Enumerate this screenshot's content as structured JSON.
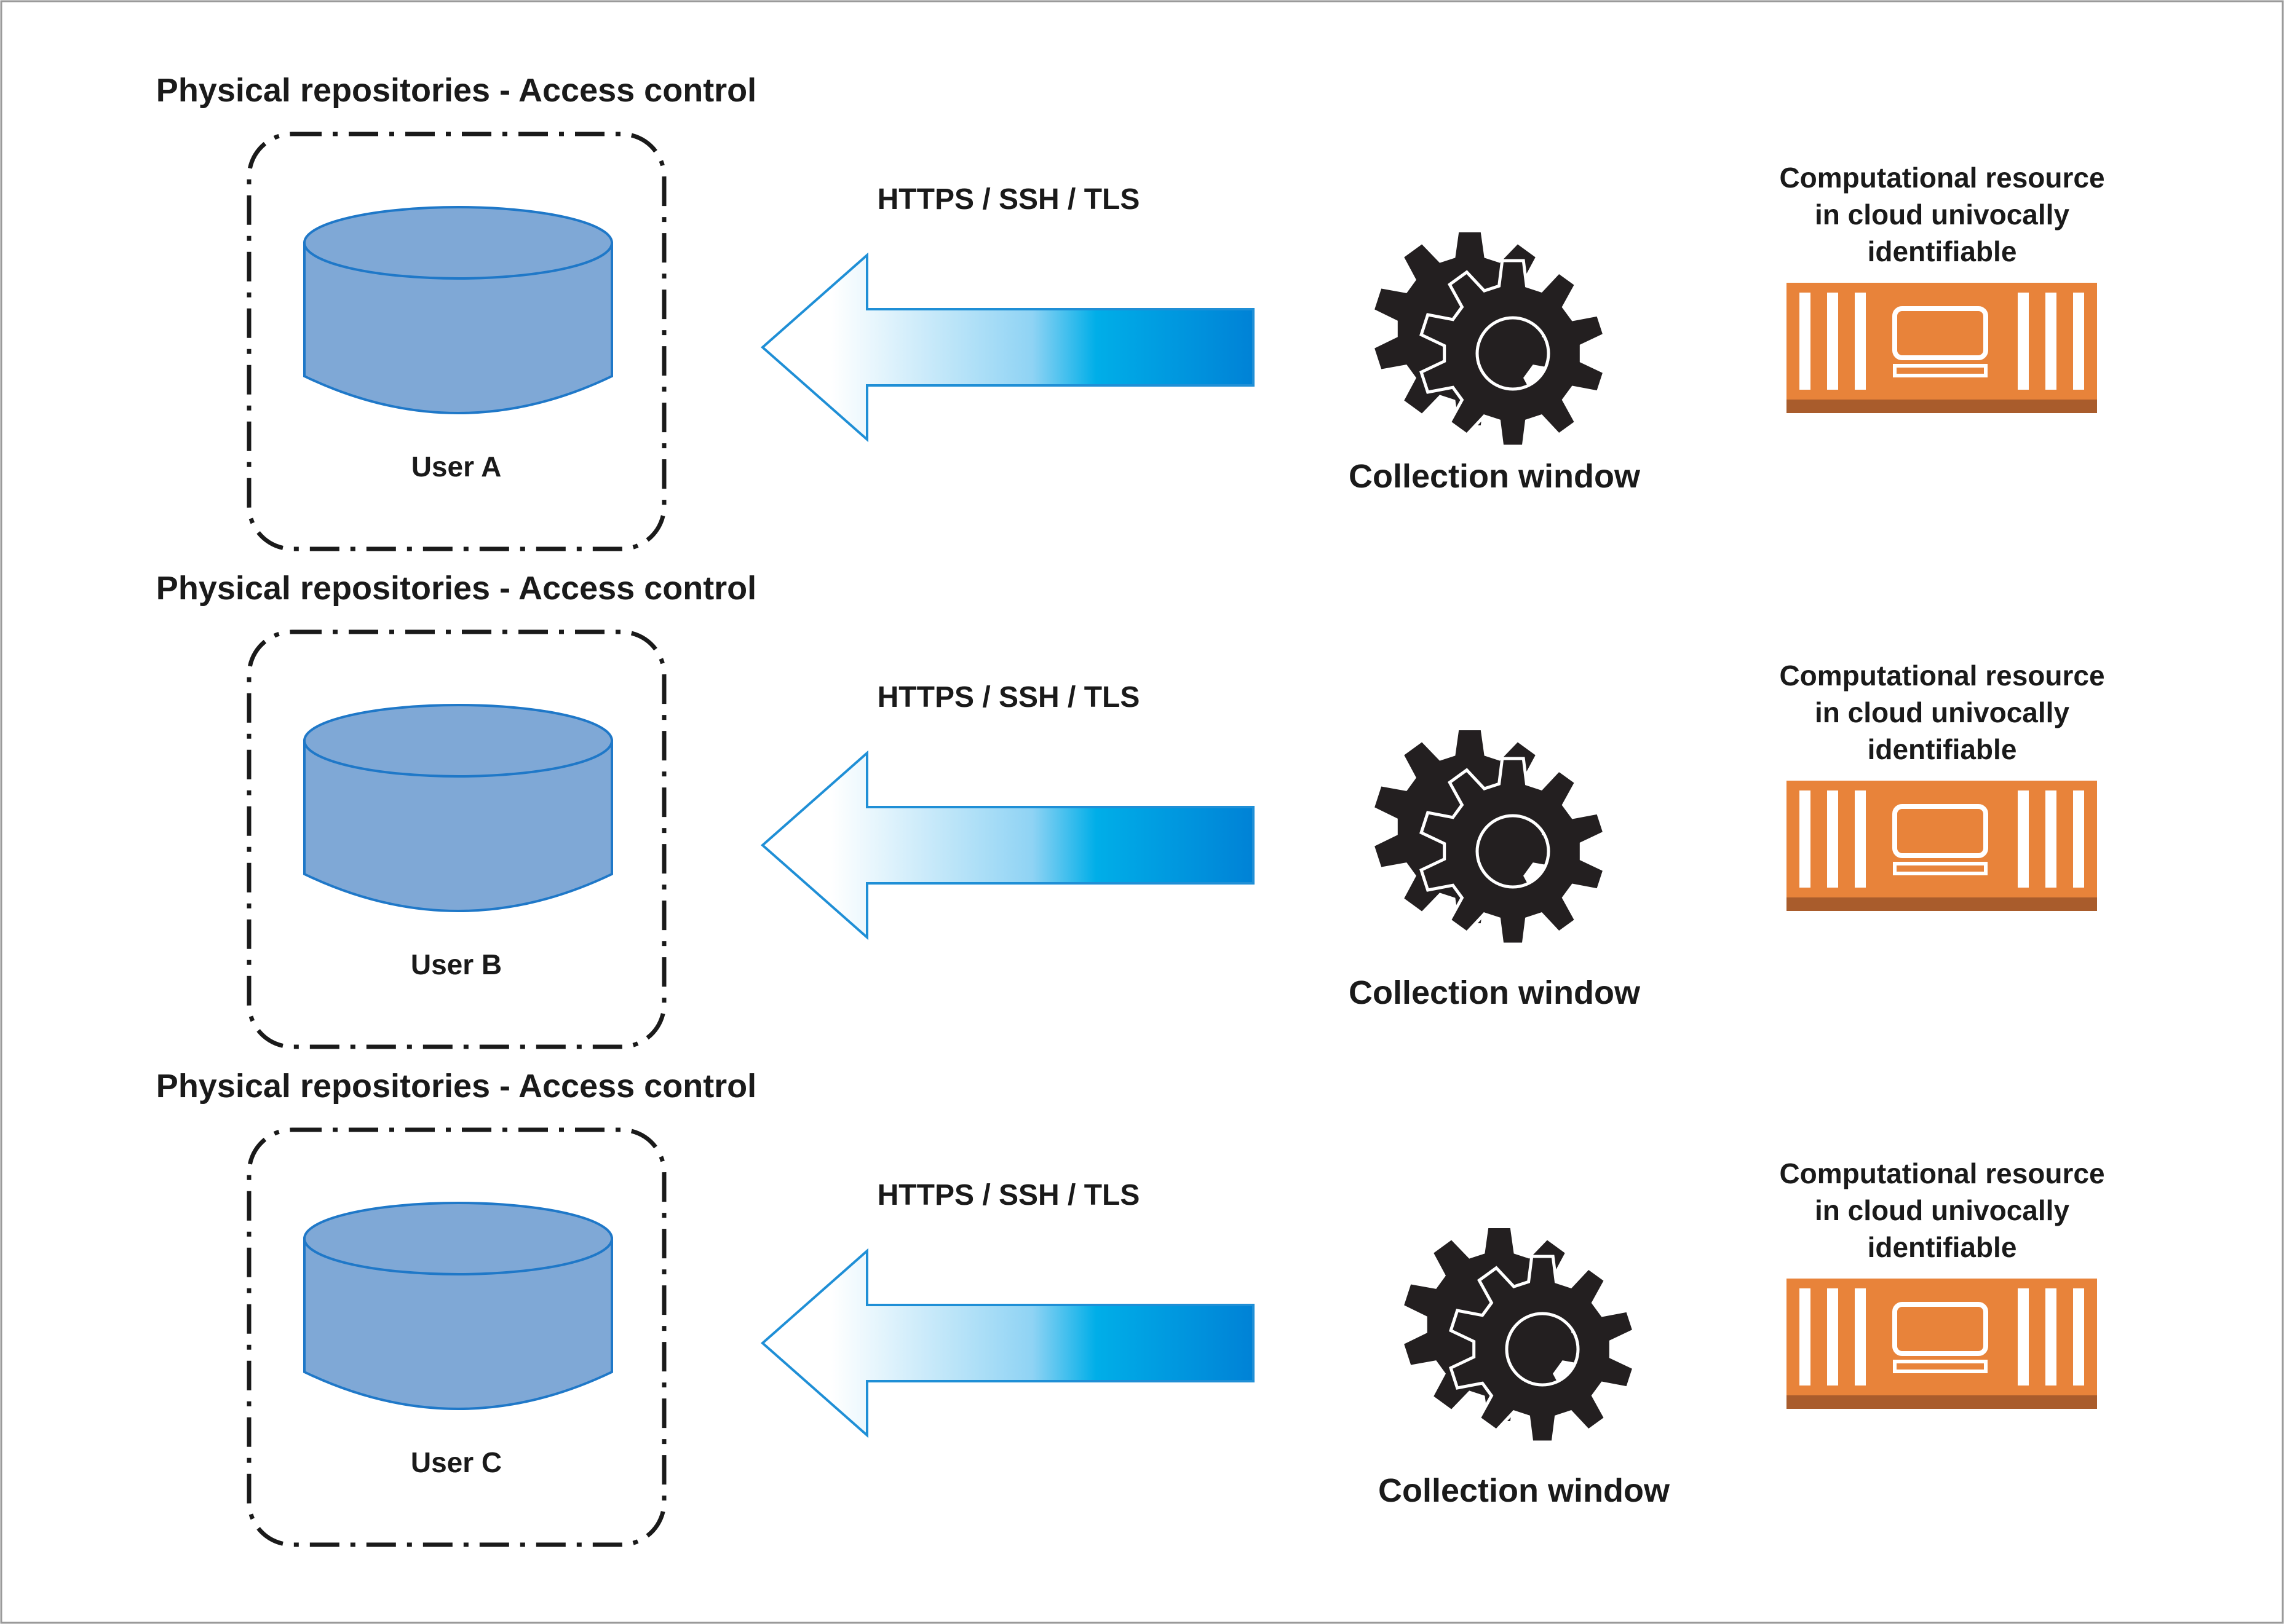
{
  "rows": [
    {
      "repository_title": "Physical repositories - Access control",
      "user_label": "User A",
      "protocol_label": "HTTPS / SSH / TLS",
      "process_label": "Collection window",
      "resource_label_lines": [
        "Computational resource",
        "in cloud univocally",
        "identifiable"
      ]
    },
    {
      "repository_title": "Physical repositories - Access control",
      "user_label": "User B",
      "protocol_label": "HTTPS / SSH / TLS",
      "process_label": "Collection window",
      "resource_label_lines": [
        "Computational resource",
        "in cloud univocally",
        "identifiable"
      ]
    },
    {
      "repository_title": "Physical repositories - Access control",
      "user_label": "User C",
      "protocol_label": "HTTPS / SSH / TLS",
      "process_label": "Collection window",
      "resource_label_lines": [
        "Computational resource",
        "in cloud univocally",
        "identifiable"
      ]
    }
  ],
  "icons": {
    "repository": "database-cylinder-icon",
    "arrow": "left-arrow-icon",
    "process": "gears-icon",
    "resource": "server-icon"
  },
  "colors": {
    "cylinder_fill": "#7fa8d6",
    "cylinder_stroke": "#1f78c8",
    "arrow_light": "#ffffff",
    "arrow_mid": "#00aee8",
    "arrow_dark": "#0082d6",
    "arrow_stroke": "#1f8fd6",
    "gear_fill": "#231f20",
    "server_fill": "#e8833a",
    "server_base": "#a95c2c",
    "server_stripes": "#ffffff",
    "dash_border": "#1a1a1a",
    "frame_border": "#9a9a9a"
  }
}
